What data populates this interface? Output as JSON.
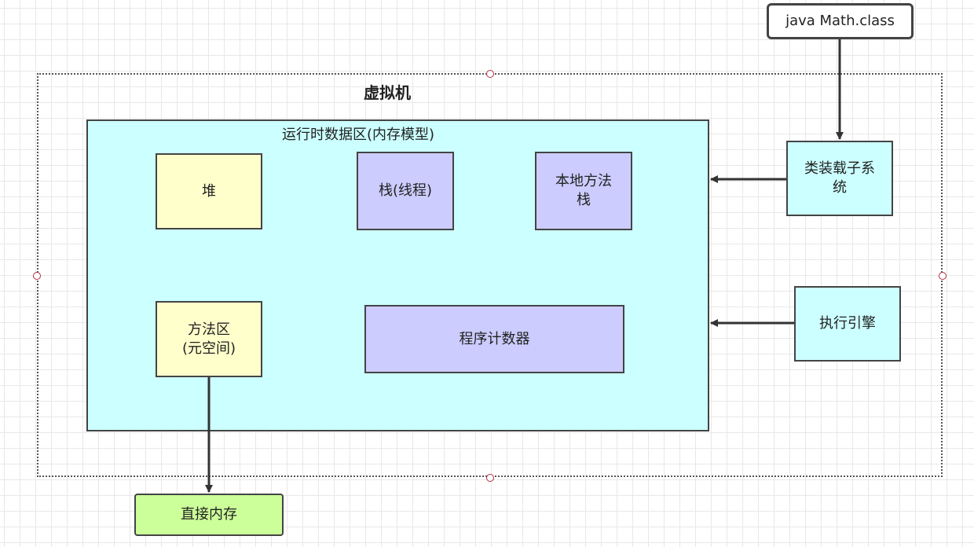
{
  "diagram": {
    "class_file": "java Math.class",
    "vm_title": "虚拟机",
    "runtime_area_title": "运行时数据区(内存模型)",
    "heap": "堆",
    "stack": "栈(线程)",
    "native_stack_line1": "本地方法",
    "native_stack_line2": "栈",
    "method_area_line1": "方法区",
    "method_area_line2": "(元空间)",
    "program_counter": "程序计数器",
    "class_loader_line1": "类装载子系",
    "class_loader_line2": "统",
    "execution_engine": "执行引擎",
    "direct_memory": "直接内存"
  },
  "colors": {
    "runtime_area": "#ccffff",
    "heap": "#ffffcc",
    "stack": "#ccccff",
    "direct_memory": "#ccff99",
    "border": "#444444",
    "handle": "#b03040"
  }
}
